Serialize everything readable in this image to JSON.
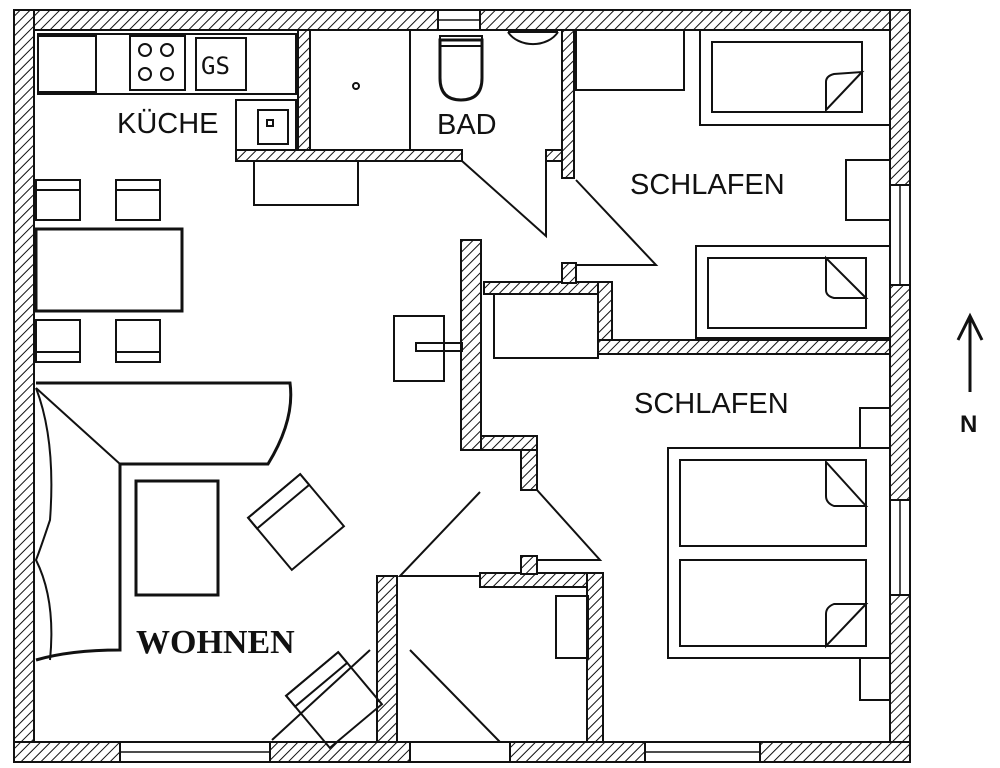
{
  "rooms": {
    "kitchen": "KÜCHE",
    "bath": "BAD",
    "bedroom_1": "SCHLAFEN",
    "bedroom_2": "SCHLAFEN",
    "living": "WOHNEN"
  },
  "appliances": {
    "stove_marking": "GS"
  },
  "compass": {
    "north": "N"
  },
  "colors": {
    "ink": "#111111",
    "paper": "#ffffff"
  }
}
